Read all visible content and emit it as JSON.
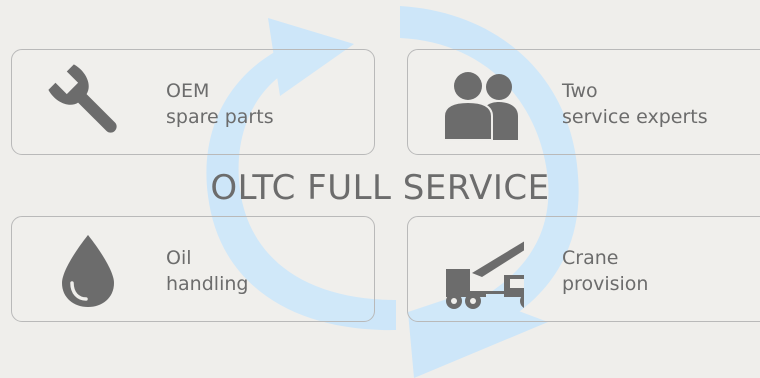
{
  "title": "OLTC FULL SERVICE",
  "colors": {
    "background": "#efeeeb",
    "cycle_arrow": "#cde6f9",
    "text": "#6c6c6c",
    "icon": "#6c6c6c",
    "card_border": "#b9b9b9"
  },
  "cards": [
    {
      "icon": "wrench-icon",
      "line1": "OEM",
      "line2": "spare parts"
    },
    {
      "icon": "two-people-icon",
      "line1": "Two",
      "line2": "service experts"
    },
    {
      "icon": "oil-drop-icon",
      "line1": "Oil",
      "line2": "handling"
    },
    {
      "icon": "crane-truck-icon",
      "line1": "Crane",
      "line2": "provision"
    }
  ]
}
